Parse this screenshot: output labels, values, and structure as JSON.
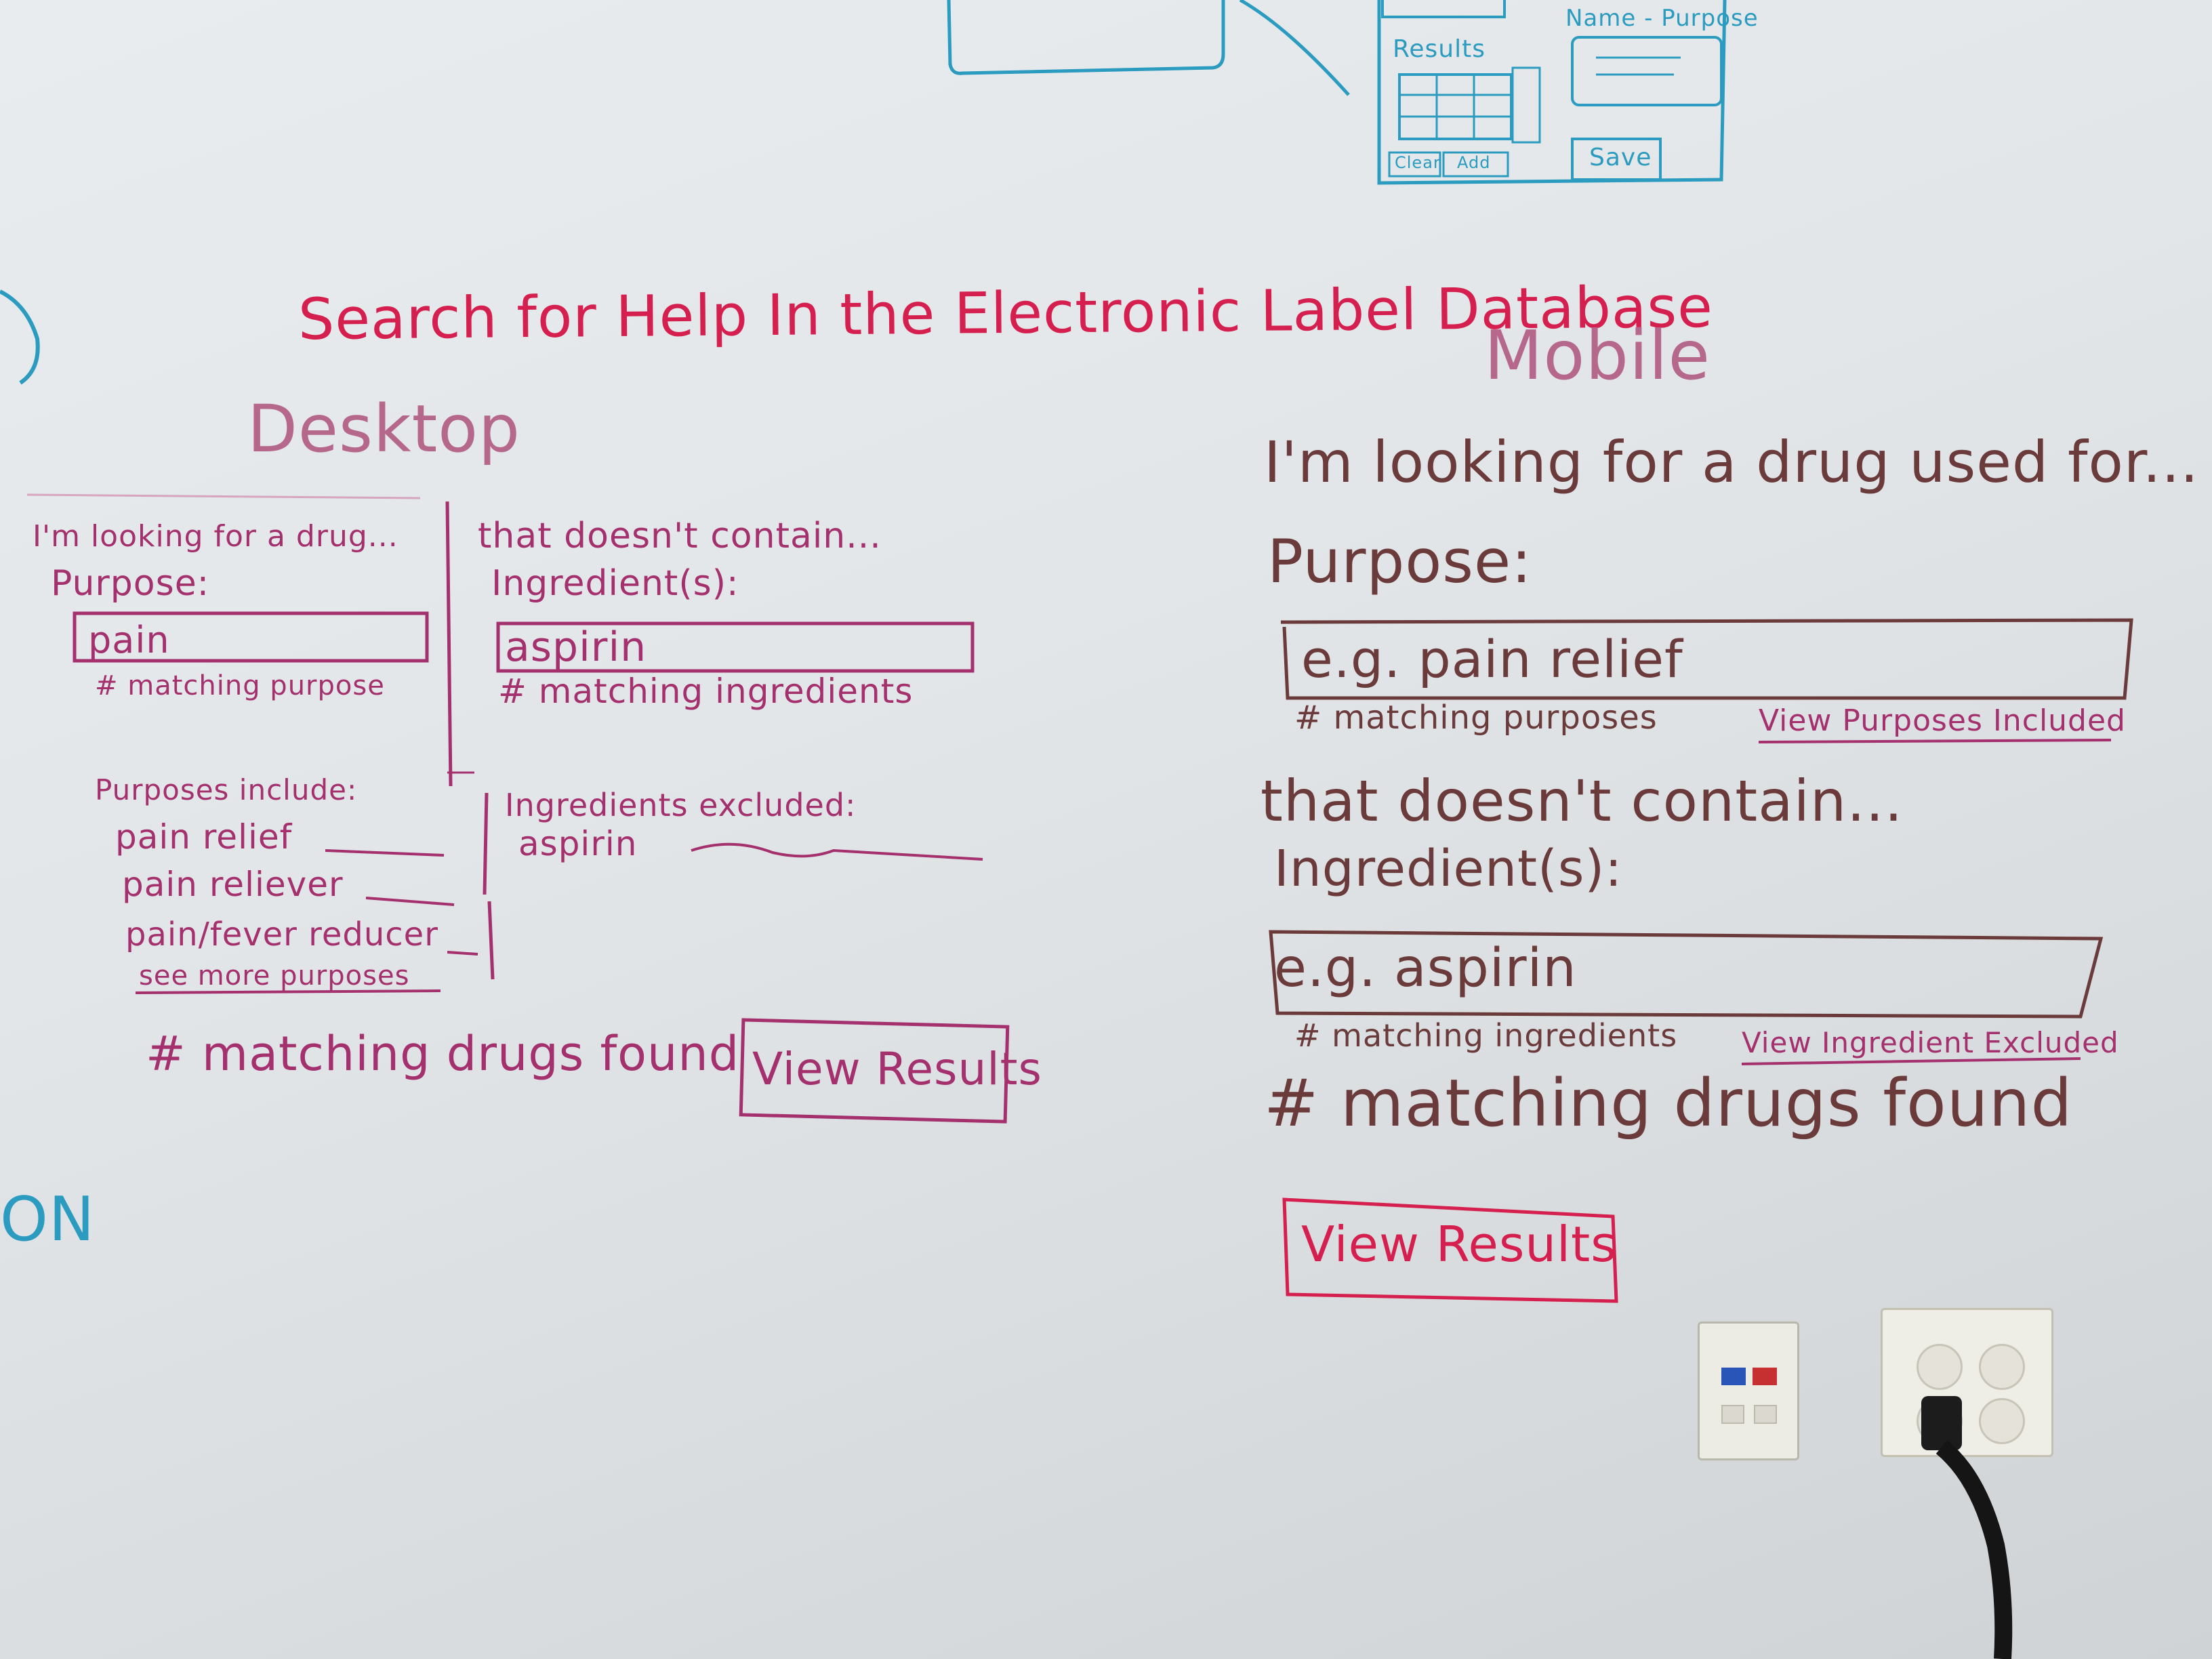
{
  "wireframe_top": {
    "results_label": "Results",
    "name_purpose_label": "Name - Purpose",
    "clear_label": "Clear",
    "add_label": "Add",
    "save_label": "Save"
  },
  "left_edge_text": "ON",
  "title": "Search for Help In the Electronic Label Database",
  "desktop": {
    "heading": "Desktop",
    "looking_for": "I'm looking for a drug...",
    "purpose_label": "Purpose:",
    "purpose_value": "pain",
    "matching_purpose": "# matching purpose",
    "not_contain": "that doesn't contain...",
    "ingredients_label": "Ingredient(s):",
    "ingredient_value": "aspirin",
    "matching_ingredients": "# matching ingredients",
    "purposes_include_label": "Purposes include:",
    "purposes": [
      "pain relief",
      "pain reliever",
      "pain/fever reducer"
    ],
    "see_more": "see more purposes",
    "ingredients_excluded_label": "Ingredients excluded:",
    "excluded": [
      "aspirin"
    ],
    "matching_drugs": "# matching drugs found",
    "view_results": "View Results"
  },
  "mobile": {
    "heading": "Mobile",
    "looking_for": "I'm looking for a drug used for...",
    "purpose_label": "Purpose:",
    "purpose_placeholder": "e.g. pain relief",
    "matching_purposes": "# matching purposes",
    "view_purposes_link": "View Purposes Included",
    "not_contain": "that doesn't contain...",
    "ingredients_label": "Ingredient(s):",
    "ingredient_placeholder": "e.g. aspirin",
    "matching_ingredients": "# matching ingredients",
    "view_ingredient_link": "View Ingredient Excluded",
    "matching_drugs": "# matching drugs found",
    "view_results": "View Results"
  },
  "colors": {
    "teal": "#2b9bc0",
    "red": "#d51f4e",
    "magenta": "#a4306e",
    "brown": "#6b3a3a"
  },
  "icons": [
    "wall-network-jack-icon",
    "wall-power-outlet-icon",
    "power-cord-icon"
  ]
}
